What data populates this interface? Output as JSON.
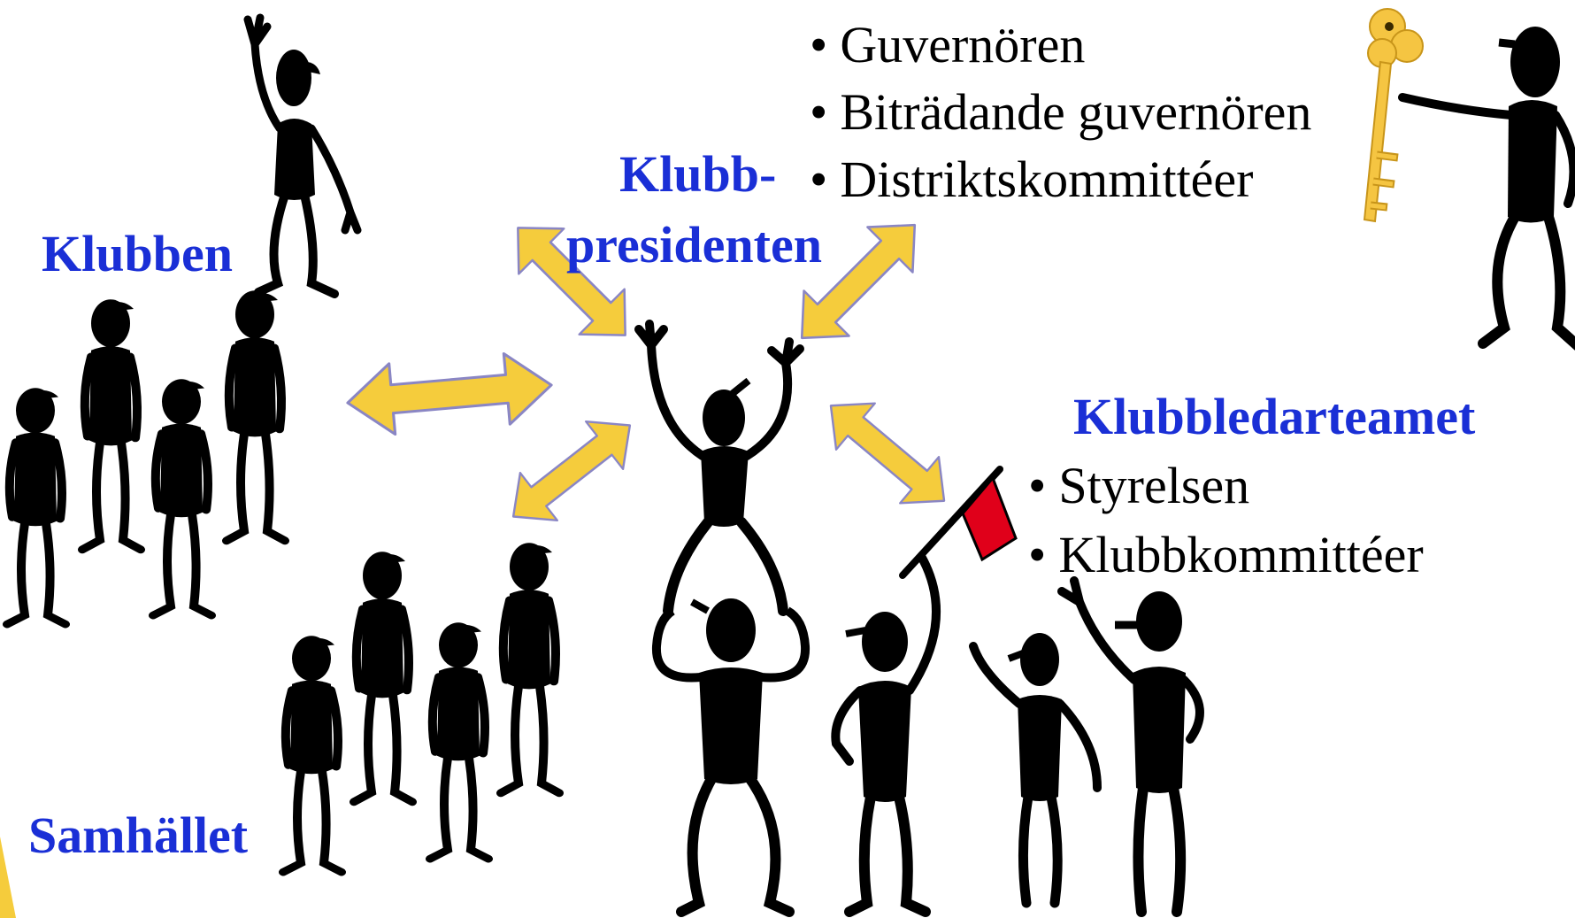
{
  "labels": {
    "klubben": "Klubben",
    "klubb_line1": "Klubb-",
    "klubb_line2": "presidenten",
    "samhallet": "Samhället",
    "klubbledarteamet": "Klubbledarteamet"
  },
  "district_list": [
    "Guvernören",
    "Biträdande guvernören",
    "Distriktskommittéer"
  ],
  "team_list": [
    "Styrelsen",
    "Klubbkommittéer"
  ],
  "bullet": "•",
  "colors": {
    "label_blue": "#1a2fd6",
    "arrow_fill": "#f5cc3c",
    "arrow_stroke": "#8a86c4",
    "key_fill": "#f5c542",
    "flag_red": "#e0001a",
    "figure": "#000000"
  },
  "icons": [
    "stick-figure",
    "double-arrow-icon",
    "key-icon",
    "flag-icon"
  ]
}
